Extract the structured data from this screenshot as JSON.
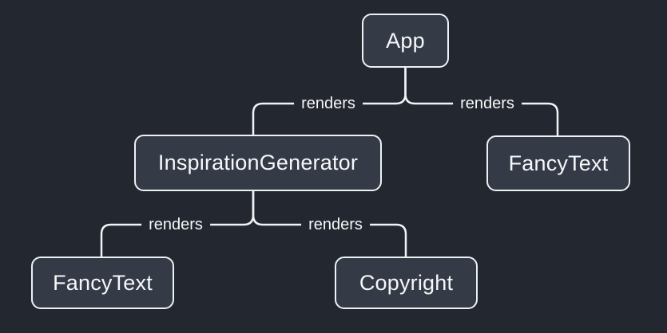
{
  "colors": {
    "background": "#23272f",
    "node_fill": "#343a46",
    "line_stroke": "#f2f3f6",
    "text": "#f6f7f9"
  },
  "diagram": {
    "type": "tree",
    "nodes": [
      {
        "id": "app",
        "label": "App"
      },
      {
        "id": "inspiration-generator",
        "label": "InspirationGenerator"
      },
      {
        "id": "fancy-text-top",
        "label": "FancyText"
      },
      {
        "id": "fancy-text-bottom",
        "label": "FancyText"
      },
      {
        "id": "copyright",
        "label": "Copyright"
      }
    ],
    "edges": [
      {
        "from": "App",
        "to": "InspirationGenerator",
        "label": "renders"
      },
      {
        "from": "App",
        "to": "FancyText",
        "label": "renders"
      },
      {
        "from": "InspirationGenerator",
        "to": "FancyText",
        "label": "renders"
      },
      {
        "from": "InspirationGenerator",
        "to": "Copyright",
        "label": "renders"
      }
    ]
  }
}
